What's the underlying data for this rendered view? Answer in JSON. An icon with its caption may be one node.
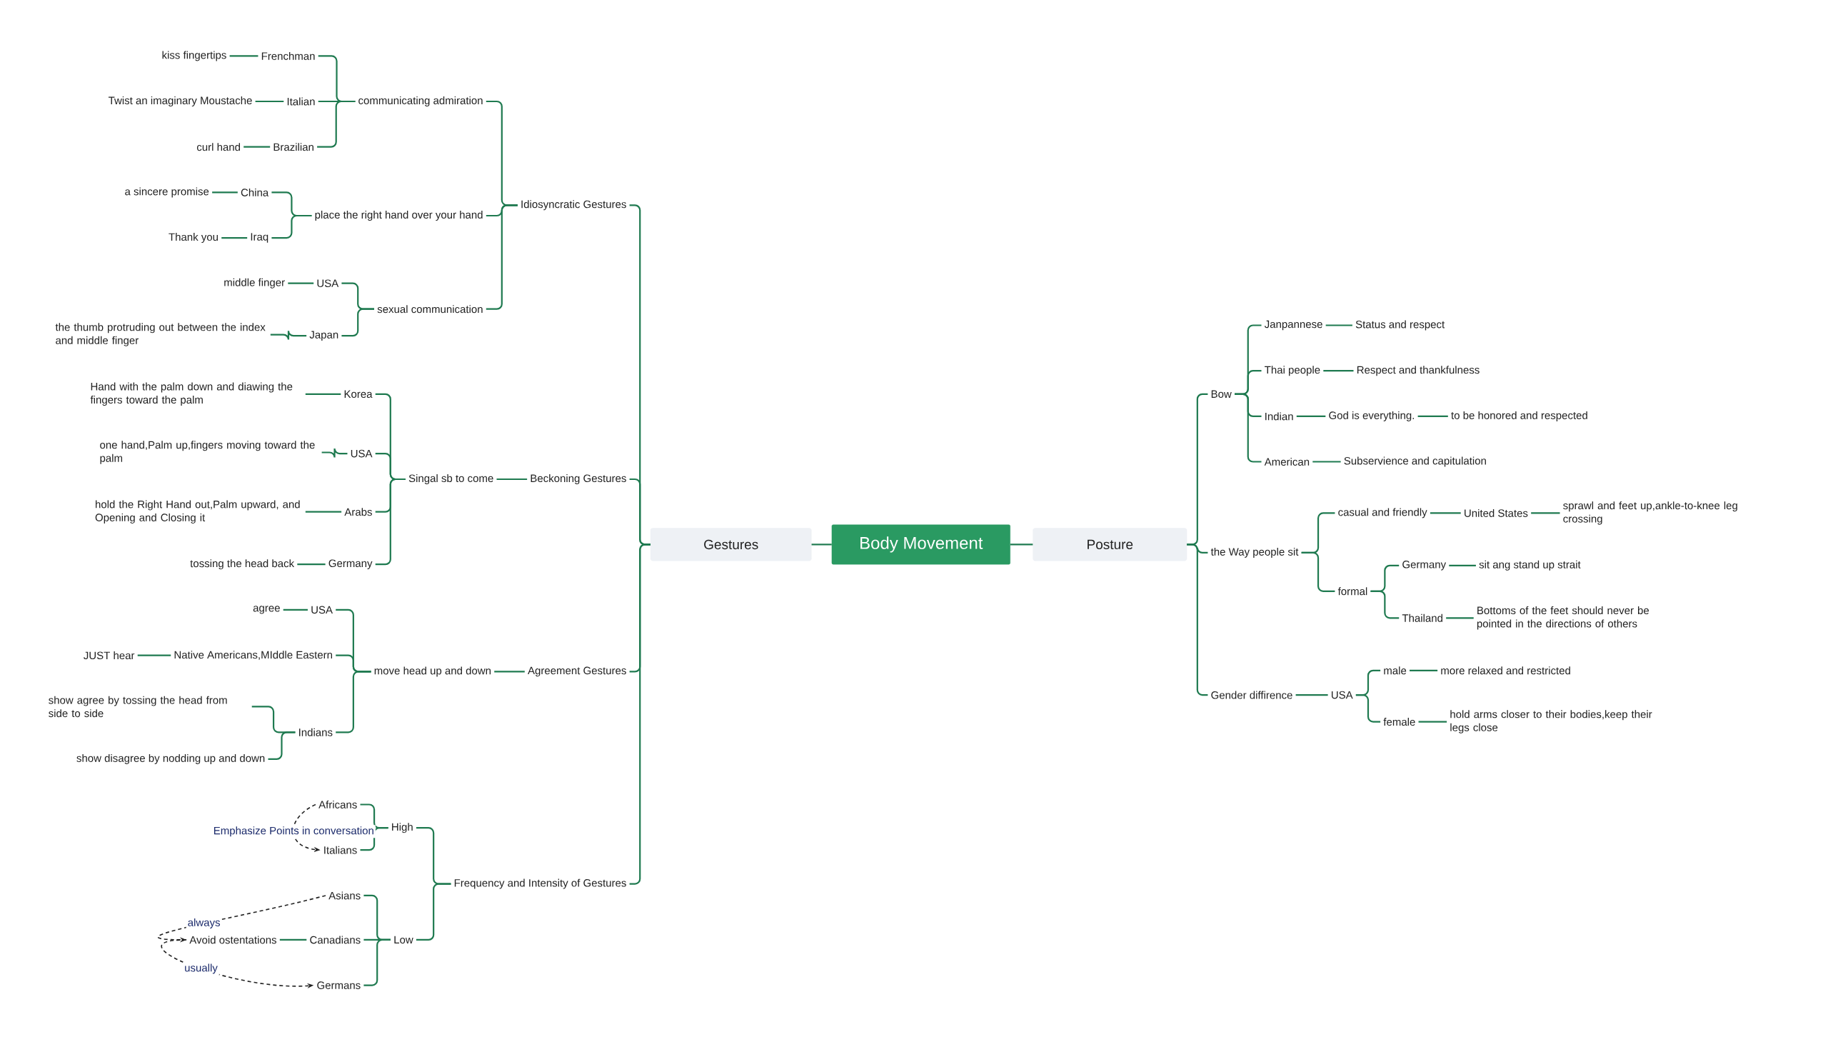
{
  "diagram": {
    "nodes": [
      {
        "text": [
          "Body Movement"
        ]
      },
      {
        "text": [
          "Gestures"
        ]
      },
      {
        "text": [
          "Posture"
        ]
      },
      {
        "text": [
          "Idiosyncratic Gestures"
        ]
      },
      {
        "text": [
          "communicating admiration"
        ]
      },
      {
        "text": [
          "Frenchman"
        ]
      },
      {
        "text": [
          "kiss fingertips"
        ]
      },
      {
        "text": [
          "Italian"
        ]
      },
      {
        "text": [
          "Twist an imaginary Moustache"
        ]
      },
      {
        "text": [
          "Brazilian"
        ]
      },
      {
        "text": [
          "curl hand"
        ]
      },
      {
        "text": [
          "place the right hand over your hand"
        ]
      },
      {
        "text": [
          "China"
        ]
      },
      {
        "text": [
          "a sincere promise"
        ]
      },
      {
        "text": [
          "Iraq"
        ]
      },
      {
        "text": [
          "Thank you"
        ]
      },
      {
        "text": [
          "sexual communication"
        ]
      },
      {
        "text": [
          "USA"
        ]
      },
      {
        "text": [
          "middle finger"
        ]
      },
      {
        "text": [
          "Japan"
        ]
      },
      {
        "text": [
          "the thumb protruding out between the index and middle finger"
        ]
      },
      {
        "text": [
          "Beckoning Gestures"
        ]
      },
      {
        "text": [
          "Singal sb to come"
        ]
      },
      {
        "text": [
          "Korea"
        ]
      },
      {
        "text": [
          "Hand with the palm down and diawing the fingers toward the palm"
        ]
      },
      {
        "text": [
          "USA"
        ]
      },
      {
        "text": [
          "one hand,Palm up,fingers moving toward the palm"
        ]
      },
      {
        "text": [
          "Arabs"
        ]
      },
      {
        "text": [
          "hold the Right Hand out,Palm upward, and Opening and Closing it"
        ]
      },
      {
        "text": [
          "Germany"
        ]
      },
      {
        "text": [
          "tossing the head back"
        ]
      },
      {
        "text": [
          "Agreement Gestures"
        ]
      },
      {
        "text": [
          "move head up and down"
        ]
      },
      {
        "text": [
          "USA"
        ]
      },
      {
        "text": [
          "agree"
        ]
      },
      {
        "text": [
          "Native Americans,MIddle Eastern"
        ]
      },
      {
        "text": [
          "JUST hear"
        ]
      },
      {
        "text": [
          "Indians"
        ]
      },
      {
        "text": [
          "show agree by tossing the head from side to side"
        ]
      },
      {
        "text": [
          "show disagree by nodding up and down"
        ]
      },
      {
        "text": [
          "Frequency and Intensity of Gestures"
        ]
      },
      {
        "text": [
          "High"
        ]
      },
      {
        "text": [
          "Africans"
        ]
      },
      {
        "text": [
          "Italians"
        ]
      },
      {
        "text": [
          "Low"
        ]
      },
      {
        "text": [
          "Asians"
        ]
      },
      {
        "text": [
          "Canadians"
        ]
      },
      {
        "text": [
          "Avoid ostentations"
        ]
      },
      {
        "text": [
          "Germans"
        ]
      },
      {
        "text": [
          "Bow"
        ]
      },
      {
        "text": [
          "Janpannese"
        ]
      },
      {
        "text": [
          "Status and respect"
        ]
      },
      {
        "text": [
          "Thai people"
        ]
      },
      {
        "text": [
          "Respect and thankfulness"
        ]
      },
      {
        "text": [
          "Indian"
        ]
      },
      {
        "text": [
          "God is everything."
        ]
      },
      {
        "text": [
          "to be honored and respected"
        ]
      },
      {
        "text": [
          "American"
        ]
      },
      {
        "text": [
          "Subservience and capitulation"
        ]
      },
      {
        "text": [
          "the Way people sit"
        ]
      },
      {
        "text": [
          "casual and friendly"
        ]
      },
      {
        "text": [
          "United States"
        ]
      },
      {
        "text": [
          "sprawl and feet up,ankle-to-knee leg crossing"
        ]
      },
      {
        "text": [
          "formal"
        ]
      },
      {
        "text": [
          "Germany"
        ]
      },
      {
        "text": [
          "sit ang stand up strait"
        ]
      },
      {
        "text": [
          "Thailand"
        ]
      },
      {
        "text": [
          "Bottoms of the feet should never be pointed in the directions of others"
        ]
      },
      {
        "text": [
          "Gender diffirence"
        ]
      },
      {
        "text": [
          "USA"
        ]
      },
      {
        "text": [
          "male"
        ]
      },
      {
        "text": [
          "more relaxed and restricted"
        ]
      },
      {
        "text": [
          "female"
        ]
      },
      {
        "text": [
          "hold arms closer to their bodies,keep their legs close"
        ]
      }
    ],
    "edges": [
      {
        "from": 0,
        "to": 1,
        "arrow": "none"
      },
      {
        "from": 0,
        "to": 2,
        "arrow": "none"
      },
      {
        "from": 1,
        "to": 3,
        "arrow": "none"
      },
      {
        "from": 1,
        "to": 21,
        "arrow": "none"
      },
      {
        "from": 1,
        "to": 31,
        "arrow": "none"
      },
      {
        "from": 1,
        "to": 40,
        "arrow": "none"
      },
      {
        "from": 3,
        "to": 4,
        "arrow": "none"
      },
      {
        "from": 3,
        "to": 11,
        "arrow": "none"
      },
      {
        "from": 3,
        "to": 16,
        "arrow": "none"
      },
      {
        "from": 4,
        "to": 5,
        "arrow": "none"
      },
      {
        "from": 4,
        "to": 7,
        "arrow": "none"
      },
      {
        "from": 4,
        "to": 9,
        "arrow": "none"
      },
      {
        "from": 5,
        "to": 6,
        "arrow": "none"
      },
      {
        "from": 7,
        "to": 8,
        "arrow": "none"
      },
      {
        "from": 9,
        "to": 10,
        "arrow": "none"
      },
      {
        "from": 11,
        "to": 12,
        "arrow": "none"
      },
      {
        "from": 11,
        "to": 14,
        "arrow": "none"
      },
      {
        "from": 12,
        "to": 13,
        "arrow": "none"
      },
      {
        "from": 14,
        "to": 15,
        "arrow": "none"
      },
      {
        "from": 16,
        "to": 17,
        "arrow": "none"
      },
      {
        "from": 16,
        "to": 19,
        "arrow": "none"
      },
      {
        "from": 17,
        "to": 18,
        "arrow": "none"
      },
      {
        "from": 19,
        "to": 20,
        "arrow": "none"
      },
      {
        "from": 21,
        "to": 22,
        "arrow": "none"
      },
      {
        "from": 22,
        "to": 23,
        "arrow": "none"
      },
      {
        "from": 22,
        "to": 25,
        "arrow": "none"
      },
      {
        "from": 22,
        "to": 27,
        "arrow": "none"
      },
      {
        "from": 22,
        "to": 29,
        "arrow": "none"
      },
      {
        "from": 23,
        "to": 24,
        "arrow": "none"
      },
      {
        "from": 25,
        "to": 26,
        "arrow": "none"
      },
      {
        "from": 27,
        "to": 28,
        "arrow": "none"
      },
      {
        "from": 29,
        "to": 30,
        "arrow": "none"
      },
      {
        "from": 31,
        "to": 32,
        "arrow": "none"
      },
      {
        "from": 32,
        "to": 33,
        "arrow": "none"
      },
      {
        "from": 32,
        "to": 35,
        "arrow": "none"
      },
      {
        "from": 32,
        "to": 37,
        "arrow": "none"
      },
      {
        "from": 33,
        "to": 34,
        "arrow": "none"
      },
      {
        "from": 35,
        "to": 36,
        "arrow": "none"
      },
      {
        "from": 37,
        "to": 38,
        "arrow": "none"
      },
      {
        "from": 37,
        "to": 39,
        "arrow": "none"
      },
      {
        "from": 40,
        "to": 41,
        "arrow": "none"
      },
      {
        "from": 40,
        "to": 44,
        "arrow": "none"
      },
      {
        "from": 41,
        "to": 42,
        "arrow": "none"
      },
      {
        "from": 41,
        "to": 43,
        "arrow": "none"
      },
      {
        "from": 44,
        "to": 45,
        "arrow": "none"
      },
      {
        "from": 44,
        "to": 46,
        "arrow": "none"
      },
      {
        "from": 44,
        "to": 48,
        "arrow": "none"
      },
      {
        "from": 46,
        "to": 47,
        "arrow": "none"
      },
      {
        "from": 42,
        "to": 43,
        "arrow": "to",
        "label": "Emphasize Points in conversation",
        "style": "dashed",
        "color": "#222222"
      },
      {
        "from": 45,
        "to": 47,
        "arrow": "to",
        "label": "always",
        "style": "dashed",
        "color": "#222222"
      },
      {
        "from": 47,
        "to": 48,
        "arrow": "to",
        "label": "usually",
        "style": "dashed",
        "color": "#222222"
      },
      {
        "from": 2,
        "to": 49,
        "arrow": "none"
      },
      {
        "from": 2,
        "to": 59,
        "arrow": "none"
      },
      {
        "from": 2,
        "to": 68,
        "arrow": "none"
      },
      {
        "from": 49,
        "to": 50,
        "arrow": "none"
      },
      {
        "from": 49,
        "to": 52,
        "arrow": "none"
      },
      {
        "from": 49,
        "to": 54,
        "arrow": "none"
      },
      {
        "from": 49,
        "to": 57,
        "arrow": "none"
      },
      {
        "from": 50,
        "to": 51,
        "arrow": "none"
      },
      {
        "from": 52,
        "to": 53,
        "arrow": "none"
      },
      {
        "from": 54,
        "to": 55,
        "arrow": "none"
      },
      {
        "from": 55,
        "to": 56,
        "arrow": "none"
      },
      {
        "from": 57,
        "to": 58,
        "arrow": "none"
      },
      {
        "from": 59,
        "to": 60,
        "arrow": "none"
      },
      {
        "from": 59,
        "to": 63,
        "arrow": "none"
      },
      {
        "from": 60,
        "to": 61,
        "arrow": "none"
      },
      {
        "from": 61,
        "to": 62,
        "arrow": "none"
      },
      {
        "from": 63,
        "to": 64,
        "arrow": "none"
      },
      {
        "from": 63,
        "to": 66,
        "arrow": "none"
      },
      {
        "from": 64,
        "to": 65,
        "arrow": "none"
      },
      {
        "from": 66,
        "to": 67,
        "arrow": "none"
      },
      {
        "from": 68,
        "to": 69,
        "arrow": "none"
      },
      {
        "from": 69,
        "to": 70,
        "arrow": "none"
      },
      {
        "from": 69,
        "to": 72,
        "arrow": "none"
      },
      {
        "from": 70,
        "to": 71,
        "arrow": "none"
      },
      {
        "from": 72,
        "to": 73,
        "arrow": "none"
      }
    ]
  }
}
